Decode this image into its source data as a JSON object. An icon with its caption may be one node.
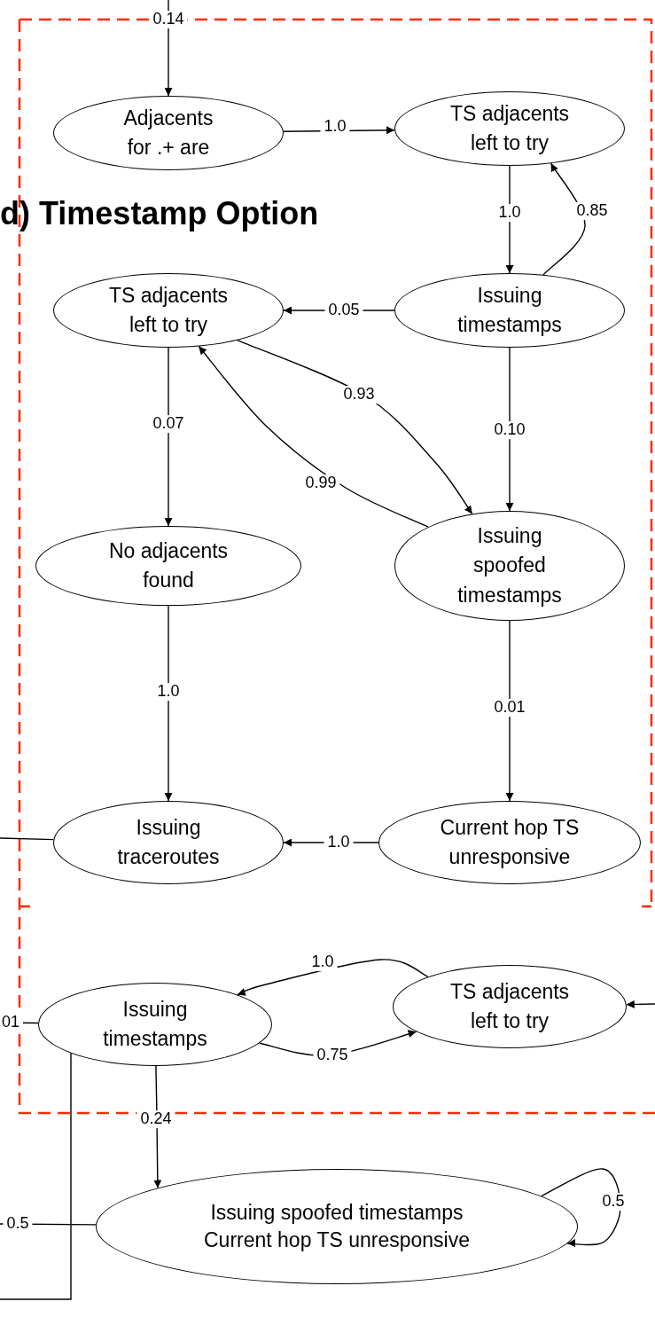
{
  "diagram": {
    "title": "d) Timestamp Option",
    "nodes": [
      {
        "text": [
          "Adjacents for .+ are"
        ]
      },
      {
        "text": [
          "TS adjacents left to try"
        ]
      },
      {
        "text": [
          "TS adjacents left to try"
        ]
      },
      {
        "text": [
          "Issuing timestamps"
        ]
      },
      {
        "text": [
          "No adjacents found"
        ]
      },
      {
        "text": [
          "Issuing spoofed timestamps"
        ]
      },
      {
        "text": [
          "Issuing traceroutes"
        ]
      },
      {
        "text": [
          "Current hop TS unresponsive"
        ]
      },
      {
        "text": [
          "Issuing timestamps"
        ]
      },
      {
        "text": [
          "TS adjacents left to try"
        ]
      },
      {
        "text": [
          "Issuing spoofed timestamps",
          "Current hop TS unresponsive"
        ]
      }
    ],
    "edges": [
      {
        "from": null,
        "to": 0,
        "arrow": "to",
        "label": "0.14"
      },
      {
        "from": 0,
        "to": 1,
        "arrow": "to",
        "label": "1.0"
      },
      {
        "from": 1,
        "to": 3,
        "arrow": "to",
        "label": "1.0"
      },
      {
        "from": 3,
        "to": 1,
        "arrow": "to",
        "label": "0.85"
      },
      {
        "from": 3,
        "to": 2,
        "arrow": "to",
        "label": "0.05"
      },
      {
        "from": 2,
        "to": 5,
        "arrow": "to",
        "label": "0.93"
      },
      {
        "from": 5,
        "to": 2,
        "arrow": "to",
        "label": "0.99"
      },
      {
        "from": 2,
        "to": 4,
        "arrow": "to",
        "label": "0.07"
      },
      {
        "from": 3,
        "to": 5,
        "arrow": "to",
        "label": "0.10"
      },
      {
        "from": 4,
        "to": 6,
        "arrow": "to",
        "label": "1.0"
      },
      {
        "from": 5,
        "to": 7,
        "arrow": "to",
        "label": "0.01"
      },
      {
        "from": 7,
        "to": 6,
        "arrow": "to",
        "label": "1.0"
      },
      {
        "from": 6,
        "to": null,
        "arrow": "none"
      },
      {
        "from": null,
        "to": 8,
        "arrow": "none",
        "label": "01"
      },
      {
        "from": 9,
        "to": 8,
        "arrow": "to",
        "label": "1.0"
      },
      {
        "from": 8,
        "to": 9,
        "arrow": "to",
        "label": "0.75"
      },
      {
        "from": null,
        "to": 9,
        "arrow": "to"
      },
      {
        "from": 8,
        "to": 10,
        "arrow": "to",
        "label": "0.24"
      },
      {
        "from": 10,
        "to": 10,
        "arrow": "to",
        "label": "0.5"
      },
      {
        "from": 10,
        "to": null,
        "arrow": "none",
        "label": "0.5"
      },
      {
        "from": 8,
        "to": null,
        "arrow": "none"
      }
    ]
  }
}
